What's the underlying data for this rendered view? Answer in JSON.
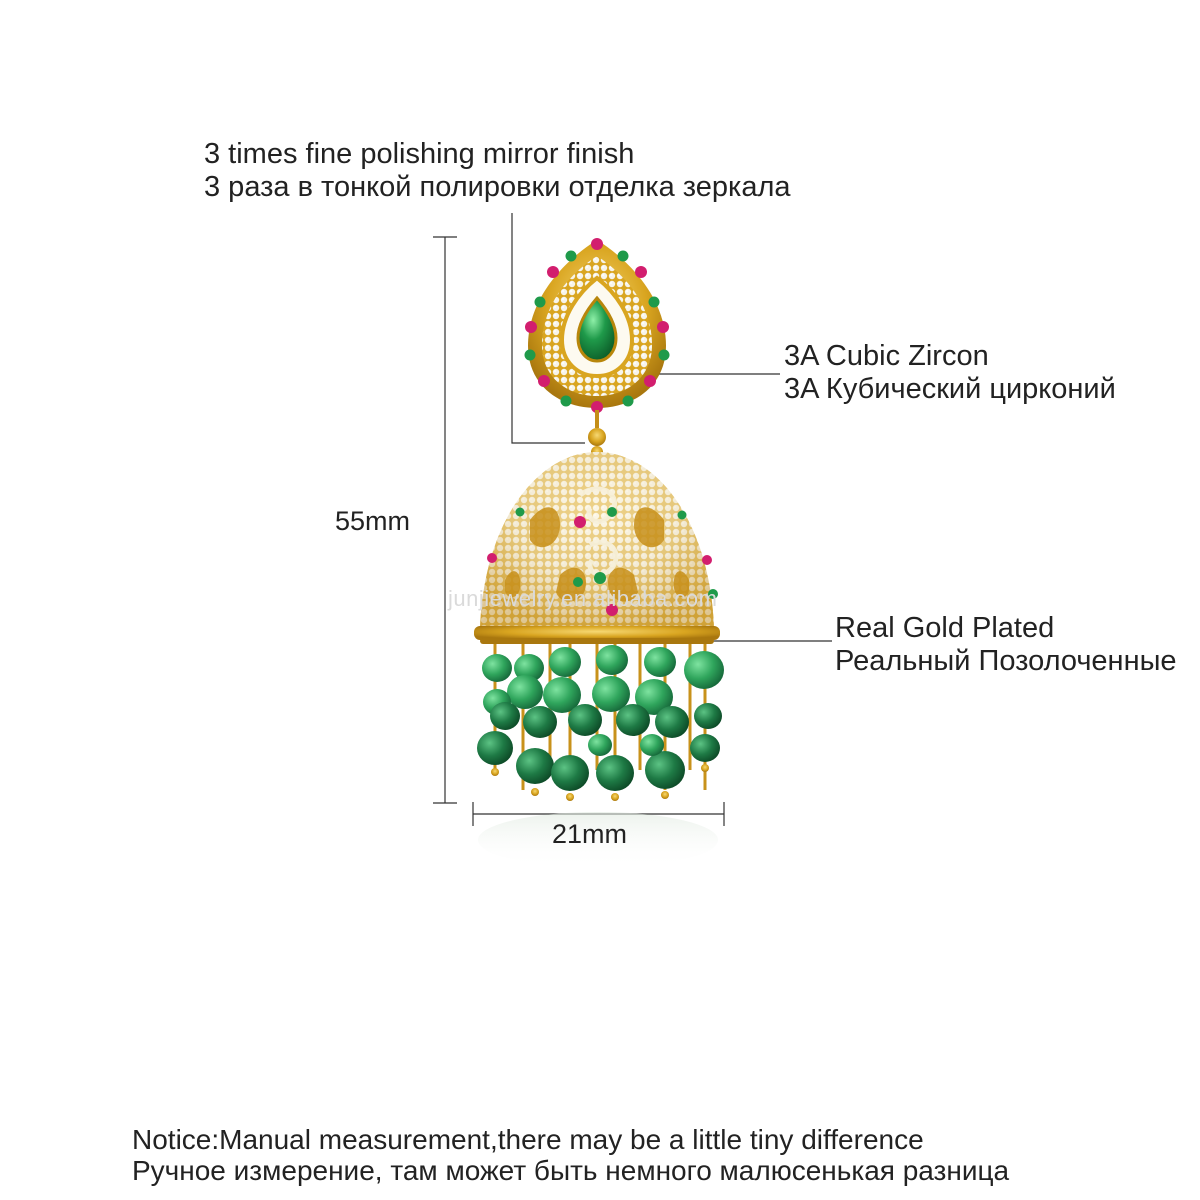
{
  "annotations": {
    "polish": {
      "line1": "3 times fine polishing mirror finish",
      "line2": "3 раза в тонкой полировки отделка зеркала"
    },
    "zircon": {
      "line1": "3A Cubic Zircon",
      "line2": "3A Кубический цирконий"
    },
    "gold": {
      "line1": "Real Gold Plated",
      "line2": "Реальный Позолоченные"
    }
  },
  "dimensions": {
    "height": "55mm",
    "width": "21mm"
  },
  "watermark": "junjiewelry.en.alibaba.com",
  "notice": {
    "line1": "Notice:Manual measurement,there may be a little tiny difference",
    "line2": "Ручное измерение, там может быть немного малюсенькая разница"
  },
  "colors": {
    "gold": "#d9a520",
    "gold_dark": "#a9770e",
    "emerald": "#1f9a4a",
    "bead_green": "#2fa55c",
    "bead_dark": "#1e7a45",
    "ruby": "#d21e6e",
    "crystal": "#f4f1e6",
    "line": "#333333"
  },
  "icons": {
    "product": "jhumka-earring-icon"
  }
}
